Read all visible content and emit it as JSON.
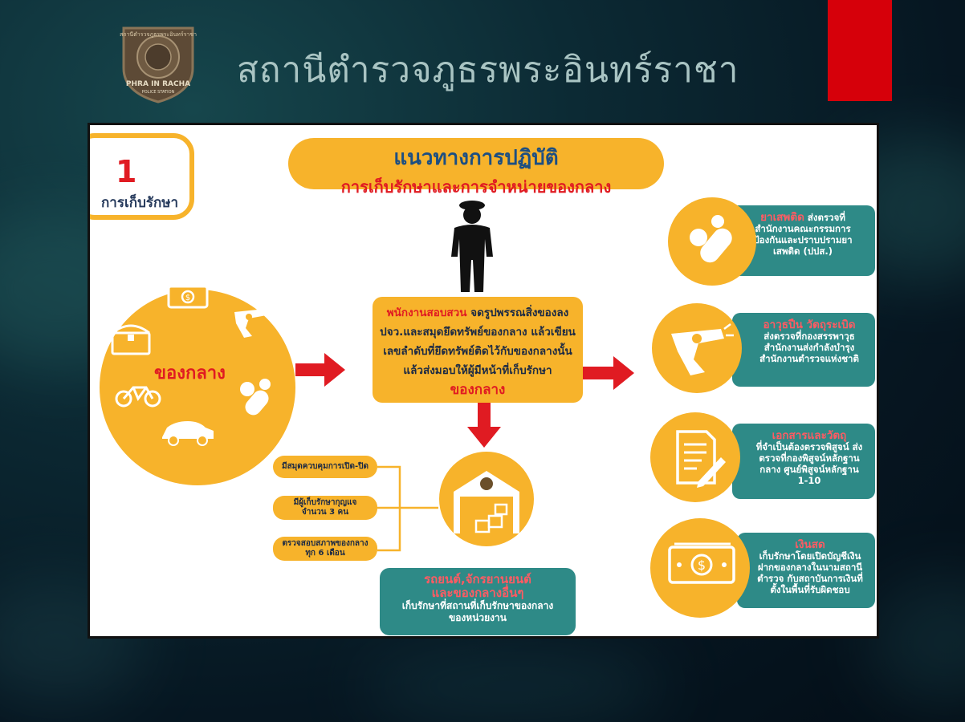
{
  "header": {
    "title": "สถานีตำรวจภูธรพระอินทร์ราชา",
    "logo_ring_text": "สถานีตำรวจภูธรพระอินทร์ราชา",
    "logo_text_main": "PHRA IN RACHA",
    "logo_text_sub": "POLICE STATION"
  },
  "diagram": {
    "number": "1",
    "number_label": "การเก็บรักษา",
    "title_line1": "แนวทางการปฏิบัติ",
    "title_line2": "การเก็บรักษาและการจำหน่ายของกลาง",
    "evidence_label": "ของกลาง",
    "center": {
      "line1_red": "พนักงานสอบสวน",
      "line1_rest": " จดรูปพรรณสิ่งของลง",
      "line2": "ปจว.และสมุดยึดทรัพย์ของกลาง แล้วเขียน",
      "line3": "เลขลำดับที่ยึดทรัพย์ติดไว้กับของกลางนั้น",
      "line4": "แล้วส่งมอบให้ผู้มีหน้าที่เก็บรักษา",
      "line5_red": "ของกลาง"
    },
    "storage_rules": [
      {
        "line1": "มีสมุดควบคุมการเปิด-ปิด",
        "line2": ""
      },
      {
        "line1": "มีผู้เก็บรักษากุญแจ",
        "line2": "จำนวน 3 คน"
      },
      {
        "line1": "ตรวจสอบสภาพของกลาง",
        "line2": "ทุก 6 เดือน"
      }
    ],
    "vehicles": {
      "title1": "รถยนต์,จักรยานยนต์",
      "title2": "และของกลางอื่นๆ",
      "desc1": "เก็บรักษาที่สถานที่เก็บรักษาของกลาง",
      "desc2": "ของหน่วยงาน"
    },
    "categories": [
      {
        "title": "ยาเสพติด",
        "title_rest": " ส่งตรวจที่",
        "lines": [
          "สำนักงานคณะกรรมการ",
          "ป้องกันและปราบปรามยา",
          "เสพติด (ปปส.)"
        ]
      },
      {
        "title": "อาวุธปืน วัตถุระเบิด",
        "title_rest": "",
        "lines": [
          "ส่งตรวจที่กองสรรพาวุธ",
          "สำนักงานส่งกำลังบำรุง",
          "สำนักงานตำรวจแห่งชาติ"
        ]
      },
      {
        "title": "เอกสารและวัตถุ",
        "title_rest": "",
        "lines": [
          "ที่จำเป็นต้องตรวจพิสูจน์ ส่ง",
          "ตรวจที่กองพิสูจน์หลักฐาน",
          "กลาง  ศูนย์พิสูจน์หลักฐาน",
          "1-10"
        ]
      },
      {
        "title": "เงินสด",
        "title_rest": "",
        "lines": [
          "เก็บรักษาโดยเปิดบัญชีเงิน",
          "ฝากของกลางในนามสถานี",
          "ตำรวจ กับสถาบันการเงินที่",
          "ตั้งในพื้นที่รับผิดชอบ"
        ]
      }
    ]
  },
  "colors": {
    "accent_orange": "#f7b32b",
    "accent_red": "#e01b22",
    "teal": "#2e8a87",
    "header_red": "#d6000a"
  }
}
